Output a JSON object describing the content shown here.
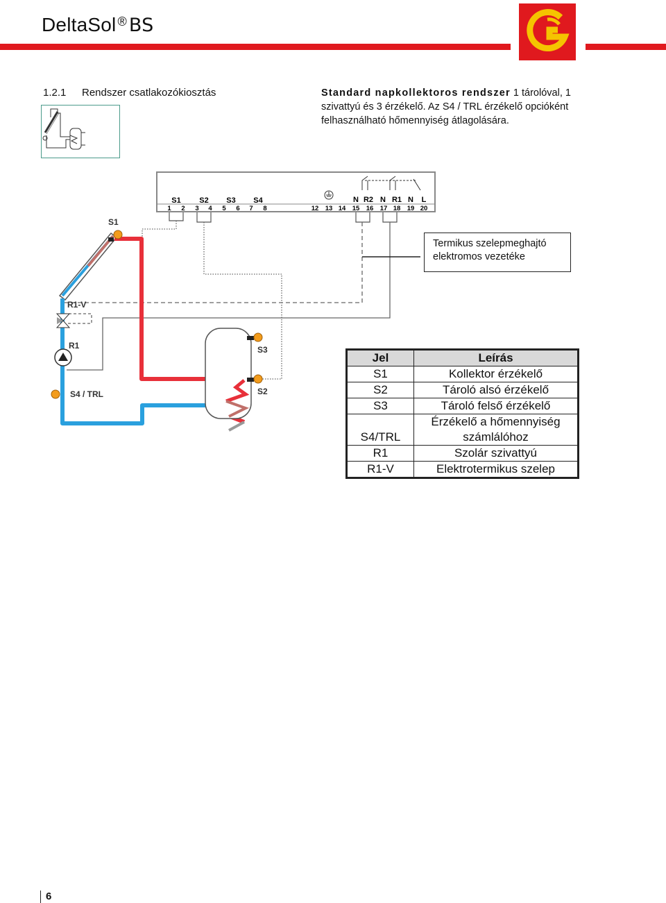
{
  "header": {
    "brand_name": "DeltaSol",
    "brand_mark": "®",
    "brand_suffix": "BS",
    "accent_color": "#e0191e",
    "logo_colors": {
      "background": "#e0191e",
      "glyph": "#f5c400"
    },
    "logo_icon": "company-logo-icon"
  },
  "section": {
    "number": "1.2.1",
    "title": "Rendszer csatlakozókiosztás",
    "description_bold": "Standard napkollektoros rendszer",
    "description_rest": " 1 tárolóval, 1 szivattyú és 3 érzékelő. Az S4 / TRL érzékelő opcióként felhasználható hőmennyiség átlagolására."
  },
  "diagram": {
    "terminal_groups": [
      "S1",
      "S2",
      "S3",
      "S4"
    ],
    "terminal_numbers": [
      "1",
      "2",
      "3",
      "4",
      "5",
      "6",
      "7",
      "8",
      "12",
      "13",
      "14",
      "15",
      "16",
      "17",
      "18",
      "19",
      "20"
    ],
    "relay_labels": [
      "N",
      "R2",
      "N",
      "R1",
      "N",
      "L"
    ],
    "sensor_labels": {
      "collector": "S1",
      "valve": "R1-V",
      "pump": "R1",
      "return": "S4 / TRL",
      "tank_top": "S3",
      "tank_bottom": "S2"
    },
    "callout": "Termikus szelepmeghajtó elektromos vezetéke",
    "colors": {
      "hot": "#e8303a",
      "cold": "#2aa0de",
      "sensor": "#f39c1c",
      "wire": "#555555"
    }
  },
  "legend": {
    "headers": [
      "Jel",
      "Leírás"
    ],
    "rows": [
      {
        "code": "S1",
        "desc": "Kollektor érzékelő"
      },
      {
        "code": "S2",
        "desc": "Tároló alsó érzékelő"
      },
      {
        "code": "S3",
        "desc": "Tároló felső érzékelő"
      },
      {
        "code": "S4/TRL",
        "desc": "Érzékelő a hőmennyiség számlálóhoz"
      },
      {
        "code": "R1",
        "desc": "Szolár szivattyú"
      },
      {
        "code": "R1-V",
        "desc": "Elektrotermikus szelep"
      }
    ]
  },
  "footer": {
    "page_number": "6"
  }
}
